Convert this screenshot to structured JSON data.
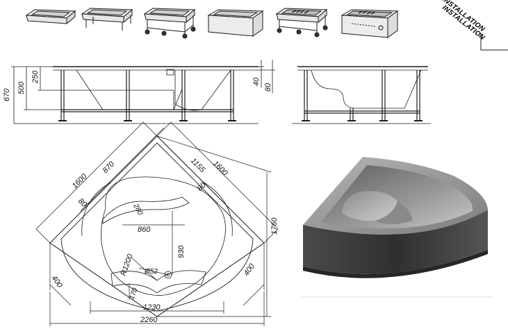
{
  "installation_labels": [
    "INSTALLATION",
    "INSTALLATION"
  ],
  "icon_variants": [
    "bathtub-plain-icon",
    "bathtub-legs-icon",
    "bathtub-frame-wheels-icon",
    "bathtub-panel-icon",
    "bathtub-frame-hydro-icon",
    "bathtub-panel-hydro-icon"
  ],
  "side_view_dims": {
    "total_height": "670",
    "rim_height": "500",
    "seat_height": "250",
    "rim_thickness": "40",
    "panel_offset": "80"
  },
  "top_view_dims": {
    "side_left": "1600",
    "side_right": "1600",
    "inner_left": "870",
    "inner_right": "1155",
    "rim_right": "80",
    "rim_left": "80",
    "seat_width": "860",
    "seat_depth": "280",
    "center_to_drain": "930",
    "drain_diameter": "Ø52",
    "corner_radius": "R1200",
    "front_depth": "170",
    "base_width": "1230",
    "total_width": "2260",
    "diagonal_depth": "1760",
    "leg_left": "400",
    "leg_right": "400"
  },
  "colors": {
    "line": "#1a1a1a",
    "tub_top": "#9a9a9a",
    "tub_front": "#3c3c3c",
    "tub_inner": "#7a7a7a"
  }
}
